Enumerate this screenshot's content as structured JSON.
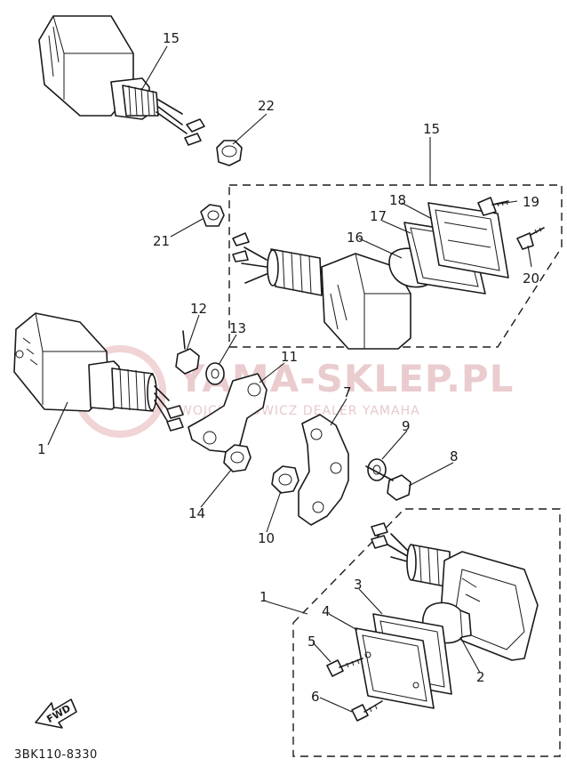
{
  "diagram": {
    "code": "3BK110-8330",
    "fwd_label": "FWD",
    "watermark": {
      "main": "YAMA-SKLEP.PL",
      "sub": "WOJCIECHOWICZ DEALER YAMAHA"
    },
    "callouts": {
      "c1a": "1",
      "c1b": "1",
      "c2": "2",
      "c3": "3",
      "c4": "4",
      "c5": "5",
      "c6": "6",
      "c7": "7",
      "c8": "8",
      "c9": "9",
      "c10": "10",
      "c11": "11",
      "c12": "12",
      "c13": "13",
      "c14": "14",
      "c15a": "15",
      "c15b": "15",
      "c16": "16",
      "c17": "17",
      "c18": "18",
      "c19": "19",
      "c20": "20",
      "c21": "21",
      "c22": "22"
    }
  }
}
